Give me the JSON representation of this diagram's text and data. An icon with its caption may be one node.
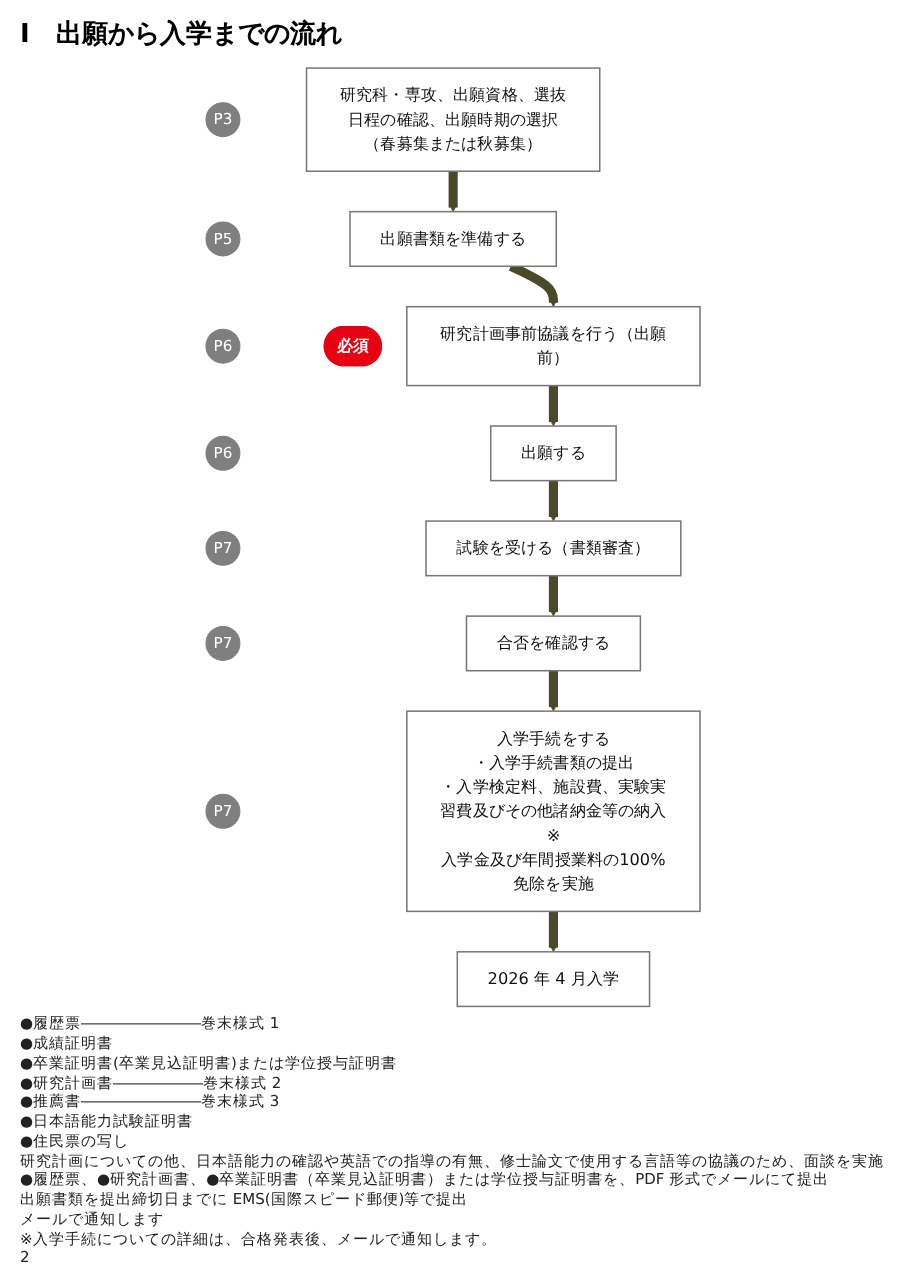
{
  "diagram": {
    "title": "I　出願から入学までの流れ",
    "nodes": [
      {
        "text": [
          "P3"
        ]
      },
      {
        "text": [
          "研究科・専攻、出願資格、選抜日程の確認、出願時期の選択（春募集または秋募集）"
        ]
      },
      {
        "text": [
          "P5"
        ]
      },
      {
        "text": [
          "出願書類を準備する"
        ]
      },
      {
        "text": [
          "P6"
        ]
      },
      {
        "text": [
          "研究計画事前協議を行う（出願前）"
        ]
      },
      {
        "text": [
          "必須"
        ]
      },
      {
        "text": [
          "P6"
        ]
      },
      {
        "text": [
          "出願する"
        ]
      },
      {
        "text": [
          "P7"
        ]
      },
      {
        "text": [
          "試験を受ける（書類審査）"
        ]
      },
      {
        "text": [
          "P7"
        ]
      },
      {
        "text": [
          "合否を確認する"
        ]
      },
      {
        "text": [
          "P7"
        ]
      },
      {
        "text": [
          "入学手続をする",
          "・入学手続書類の提出",
          "・入学検定料、施設費、実験実習費及びその他諸納金等の納入※",
          "入学金及び年間授業料の100%免除を実施"
        ]
      },
      {
        "text": [
          "2026 年 4 月入学"
        ]
      }
    ],
    "edges": [
      {
        "from": 1,
        "to": 3,
        "arrow": "to"
      },
      {
        "from": 3,
        "to": 5,
        "arrow": "to"
      },
      {
        "from": 5,
        "to": 8,
        "arrow": "to"
      },
      {
        "from": 8,
        "to": 10,
        "arrow": "to"
      },
      {
        "from": 10,
        "to": 12,
        "arrow": "to"
      },
      {
        "from": 12,
        "to": 14,
        "arrow": "to"
      },
      {
        "from": 14,
        "to": 15,
        "arrow": "to"
      }
    ],
    "labels": [
      "●履歴票――――――――巻末様式 1",
      "●成績証明書",
      "●卒業証明書(卒業見込証明書)または学位授与証明書",
      "●研究計画書――――――巻末様式 2",
      "●推薦書――――――――巻末様式 3",
      "●日本語能力試験証明書",
      "●住民票の写し",
      "研究計画についての他、日本語能力の確認や英語での指導の有無、修士論文で使用する言語等の協議のため、面談を実施",
      "●履歴票、●研究計画書、●卒業証明書（卒業見込証明書）または学位授与証明書を、PDF 形式でメールにて提出",
      "出願書類を提出締切日までに EMS(国際スピード郵便)等で提出",
      "メールで通知します",
      "※入学手続についての詳細は、合格発表後、メールで通知します。",
      "2"
    ]
  }
}
